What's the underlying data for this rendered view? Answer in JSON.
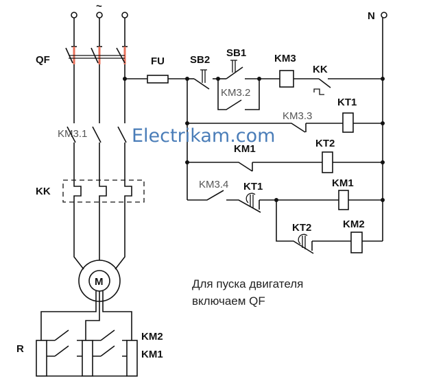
{
  "power": {
    "tilde": "~",
    "qf": "QF",
    "km31": "KM3.1",
    "kk": "KK",
    "motor": "M",
    "r": "R",
    "km2": "KM2",
    "km1": "KM1",
    "neutral": "N"
  },
  "control": {
    "fu": "FU",
    "sb2": "SB2",
    "sb1": "SB1",
    "km3": "KM3",
    "kk": "KK",
    "km32": "KM3.2",
    "km33": "KM3.3",
    "kt1_coil": "KT1",
    "km1_contact": "KM1",
    "kt2_coil": "KT2",
    "km34": "KM3.4",
    "kt1_contact": "KT1",
    "km1_coil": "KM1",
    "kt2_contact": "KT2",
    "km2_coil": "KM2"
  },
  "watermark": "Electrikam.com",
  "note": {
    "line1": "Для пуска двигателя",
    "line2": "включаем QF"
  },
  "colors": {
    "wire": "#111111",
    "qf_highlight": "#e8705a",
    "watermark": "#4a7db8"
  }
}
